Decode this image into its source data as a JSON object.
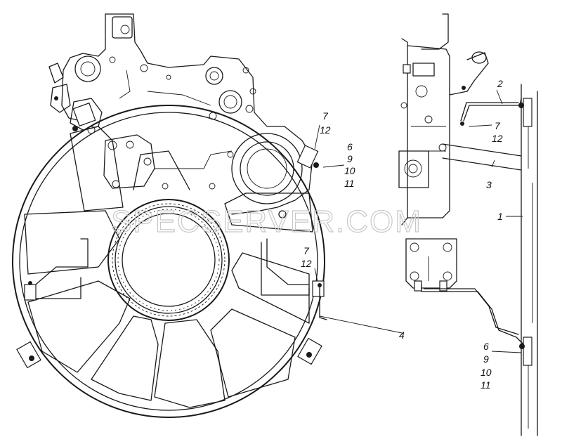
{
  "watermark": "SPECSERVER.COM",
  "callouts": {
    "left_top": [
      "7",
      "12",
      "6",
      "9",
      "10",
      "11"
    ],
    "left_mid": [
      "7",
      "12"
    ],
    "pipe_4": "4",
    "right_2": "2",
    "right_2_sub": [
      "7",
      "12"
    ],
    "right_3": "3",
    "right_1": "1",
    "right_bottom": [
      "6",
      "9",
      "10",
      "11"
    ]
  }
}
